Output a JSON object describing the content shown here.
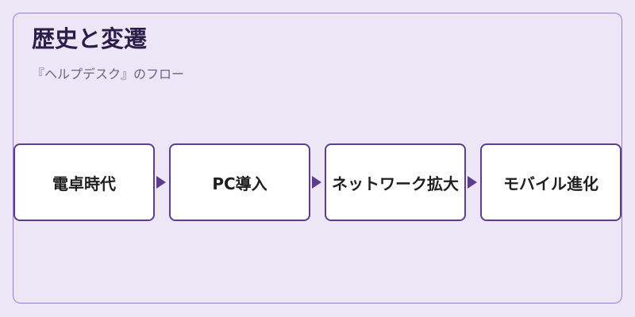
{
  "header": {
    "title": "歴史と変遷",
    "subtitle": "『ヘルプデスク』のフロー"
  },
  "flow": {
    "steps": [
      {
        "label": "電卓時代"
      },
      {
        "label": "PC導入"
      },
      {
        "label": "ネットワーク拡大"
      },
      {
        "label": "モバイル進化"
      }
    ]
  },
  "colors": {
    "background": "#ede6f6",
    "card_border": "#9a80cc",
    "step_border": "#5d3d8f",
    "arrow": "#5d3d8f",
    "title_text": "#2d1d4a",
    "subtitle_text": "#6b6480"
  }
}
